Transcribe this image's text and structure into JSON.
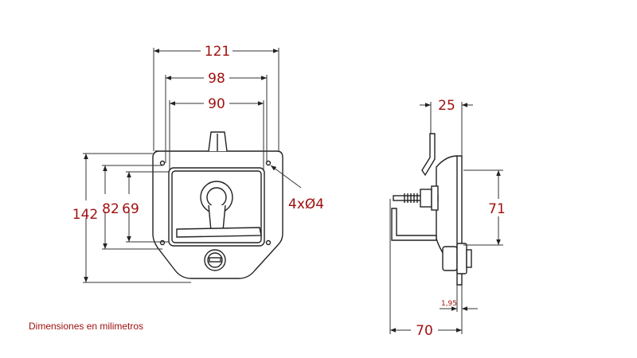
{
  "dimensions": {
    "width_outer": "121",
    "width_mid": "98",
    "width_inner": "90",
    "height_outer": "142",
    "height_mid": "82",
    "height_inner": "69",
    "holes": "4xØ4",
    "side_depth_top": "25",
    "side_height": "71",
    "side_thickness": "1,95",
    "side_depth_total": "70"
  },
  "note": "Dimensiones en milimetros"
}
